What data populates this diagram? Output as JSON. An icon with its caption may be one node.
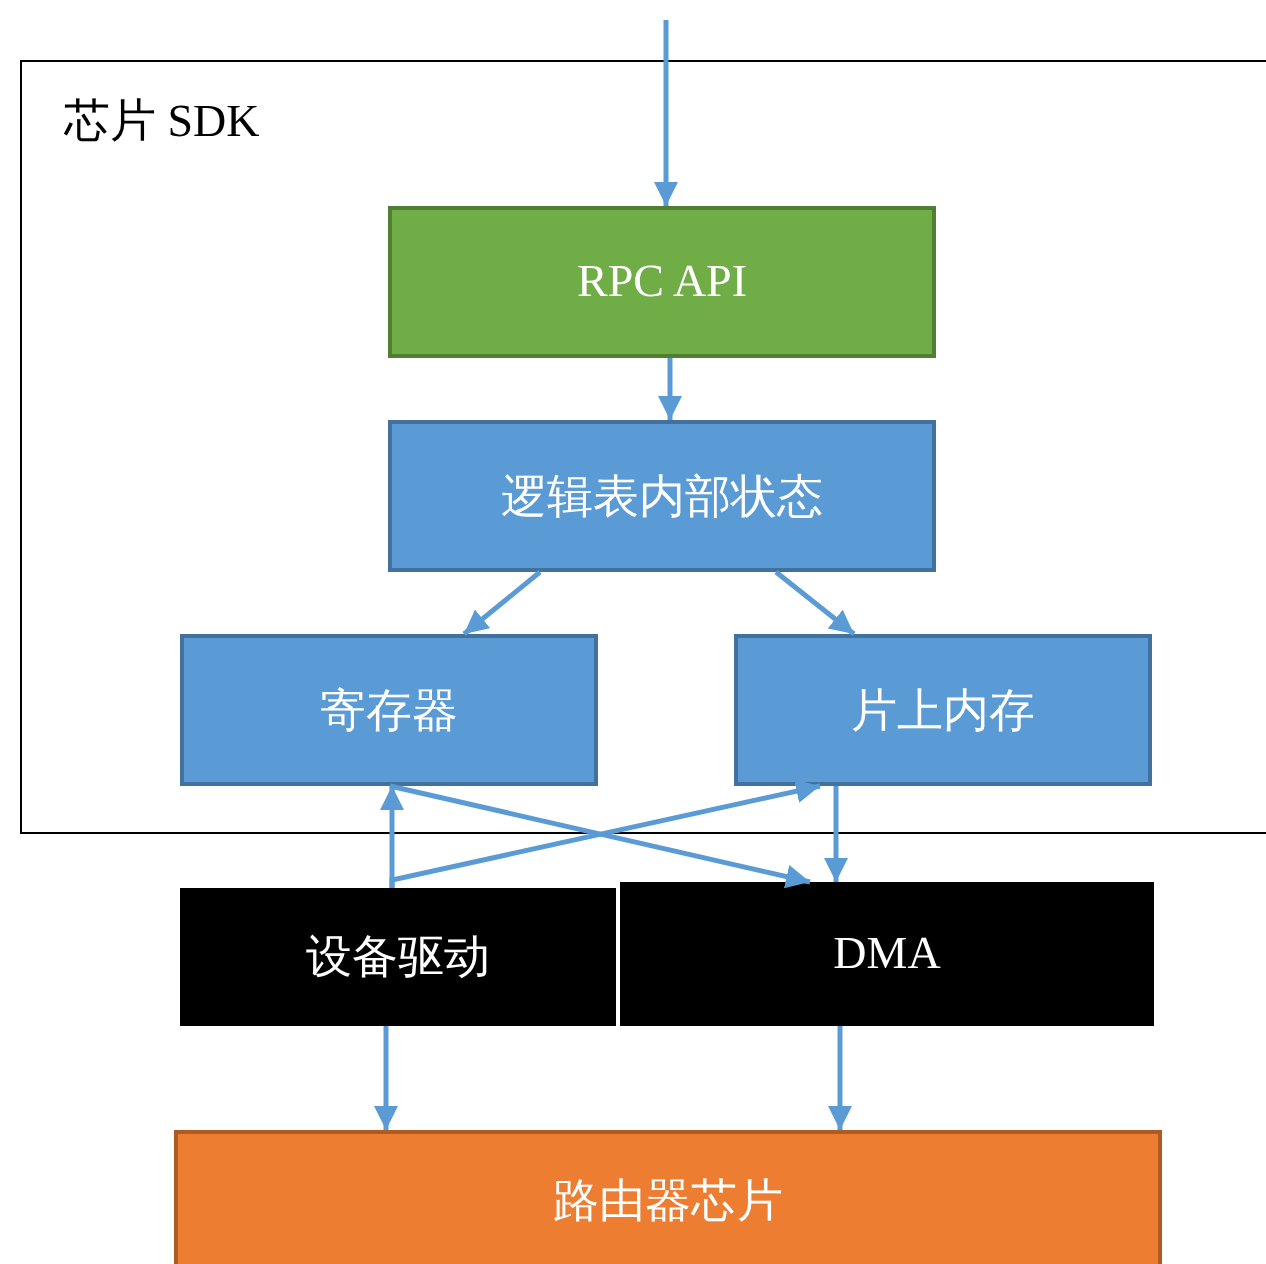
{
  "diagram": {
    "nodes": [
      {
        "text": [
          "芯片 SDK"
        ]
      },
      {
        "text": [
          "RPC API"
        ],
        "in": 0
      },
      {
        "text": [
          "逻辑表内部状态"
        ],
        "in": 0
      },
      {
        "text": [
          "寄存器"
        ],
        "in": 0
      },
      {
        "text": [
          "片上内存"
        ],
        "in": 0
      },
      {
        "text": [
          "设备驱动"
        ]
      },
      {
        "text": [
          "DMA"
        ]
      },
      {
        "text": [
          "路由器芯片"
        ]
      }
    ],
    "edges": [
      {
        "from": null,
        "to": 1,
        "arrow": "to"
      },
      {
        "from": 1,
        "to": 2,
        "arrow": "to"
      },
      {
        "from": 2,
        "to": 3,
        "arrow": "to"
      },
      {
        "from": 2,
        "to": 4,
        "arrow": "to"
      },
      {
        "from": 5,
        "to": 3,
        "arrow": "to"
      },
      {
        "from": 5,
        "to": 4,
        "arrow": "to"
      },
      {
        "from": 3,
        "to": 6,
        "arrow": "to"
      },
      {
        "from": 4,
        "to": 6,
        "arrow": "to"
      },
      {
        "from": 5,
        "to": 7,
        "arrow": "to"
      },
      {
        "from": 6,
        "to": 7,
        "arrow": "to"
      }
    ]
  }
}
